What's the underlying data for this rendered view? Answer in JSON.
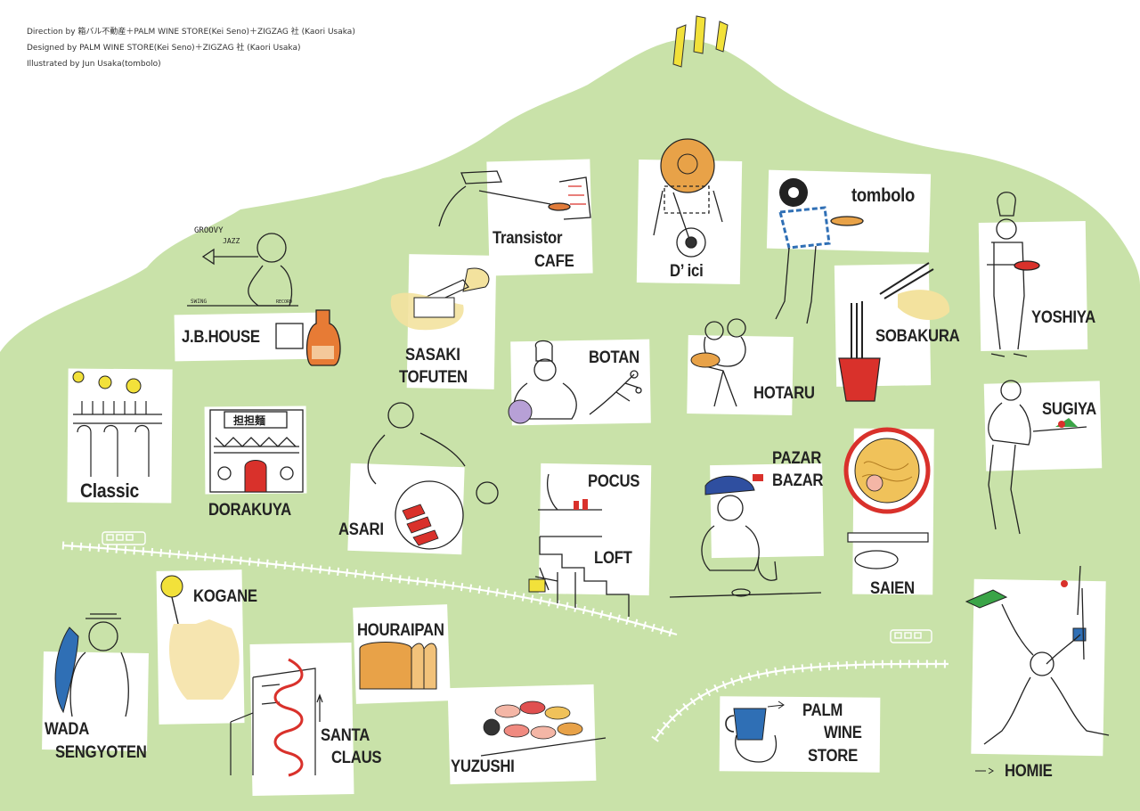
{
  "credits": [
    "Direction by 箱バル不動産＋PALM WINE STORE(Kei Seno)＋ZIGZAG 社 (Kaori Usaka)",
    "Designed by PALM WINE STORE(Kei Seno)＋ZIGZAG 社 (Kaori Usaka)",
    "Illustrated by Jun Usaka(tombolo)"
  ],
  "colors": {
    "land": "#c9e2a9",
    "rail": "#ffffff",
    "label_text": "#222222",
    "accent_yellow": "#f2e13a",
    "accent_red": "#d9312b",
    "accent_blue": "#2f6fb5",
    "accent_orange": "#e8a248",
    "accent_green": "#3aa447"
  },
  "illustration_texts": {
    "groovy": "GROOVY",
    "jazz": "JAZZ",
    "swing": "SWING",
    "record": "RECORD",
    "dorakuya_sign": "担担麺"
  },
  "shops": [
    {
      "id": "jb-house",
      "name": "J.B.HOUSE",
      "icon": "trumpet-player-icon"
    },
    {
      "id": "transistor-cafe",
      "name_line1": "Transistor",
      "name_line2": "CAFE",
      "icon": "pizza-oven-icon"
    },
    {
      "id": "dici",
      "name": "D’ ici",
      "icon": "coffee-table-icon"
    },
    {
      "id": "tombolo",
      "name": "tombolo",
      "icon": "donut-person-icon"
    },
    {
      "id": "yoshiya",
      "name": "YOSHIYA",
      "icon": "chef-icon"
    },
    {
      "id": "sasaki-tofuten",
      "name_line1": "SASAKI",
      "name_line2": "TOFUTEN",
      "icon": "tofu-knife-icon"
    },
    {
      "id": "botan",
      "name": "BOTAN",
      "icon": "florist-icon"
    },
    {
      "id": "hotaru",
      "name": "HOTARU",
      "icon": "mouse-bread-icon"
    },
    {
      "id": "sobakura",
      "name": "SOBAKURA",
      "icon": "soba-bowl-icon"
    },
    {
      "id": "sugiya",
      "name": "SUGIYA",
      "icon": "diner-icon"
    },
    {
      "id": "classic",
      "name": "Classic",
      "icon": "bar-counter-icon"
    },
    {
      "id": "dorakuya",
      "name": "DORAKUYA",
      "icon": "restaurant-front-icon"
    },
    {
      "id": "asari",
      "name": "ASARI",
      "icon": "sashimi-bowl-icon"
    },
    {
      "id": "pocus-loft",
      "name_line1": "POCUS",
      "name_line2": "LOFT",
      "icon": "stairs-shop-icon"
    },
    {
      "id": "pazar-bazar",
      "name_line1": "PAZAR",
      "name_line2": "BAZAR",
      "icon": "barista-icon"
    },
    {
      "id": "saien",
      "name": "SAIEN",
      "icon": "ramen-bowl-icon"
    },
    {
      "id": "kogane",
      "name": "KOGANE",
      "icon": "takoyaki-hand-icon"
    },
    {
      "id": "houraipan",
      "name": "HOURAIPAN",
      "icon": "bread-loaf-icon"
    },
    {
      "id": "wada-sengyoten",
      "name_line1": "WADA",
      "name_line2": "SENGYOTEN",
      "icon": "fishmonger-icon"
    },
    {
      "id": "santa-claus",
      "name_line1": "SANTA",
      "name_line2": "CLAUS",
      "icon": "spiral-stair-building-icon"
    },
    {
      "id": "yuzushi",
      "name": "YUZUSHI",
      "icon": "sushi-platter-icon"
    },
    {
      "id": "palm-wine-store",
      "name_line1": "PALM",
      "name_line2": "WINE",
      "name_line3": "STORE",
      "icon": "mug-hand-icon"
    },
    {
      "id": "homie",
      "name": "HOMIE",
      "icon": "climber-icon"
    }
  ]
}
